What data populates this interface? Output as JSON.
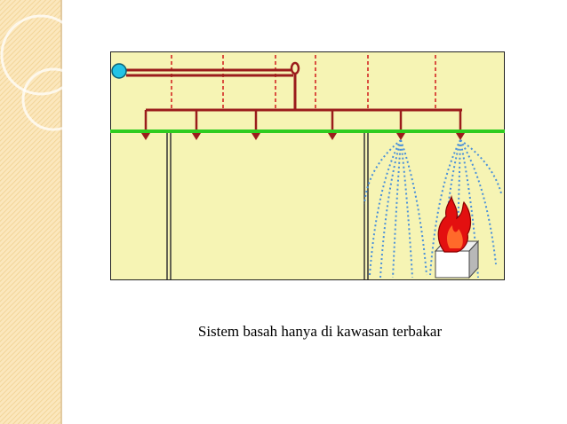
{
  "slide": {
    "caption": "Sistem basah hanya di kawasan terbakar"
  },
  "diagram": {
    "sprinkler_count": 6,
    "active_sprinklers": 2,
    "colors": {
      "room_fill": "#f6f4b4",
      "pipe": "#9b1c1c",
      "ceiling_bar": "#2ecc1f",
      "spray": "#4a90d9",
      "flame": "#e31010",
      "water_source": "#22c3e6",
      "sidebar_pattern": "#f3d79a"
    }
  }
}
